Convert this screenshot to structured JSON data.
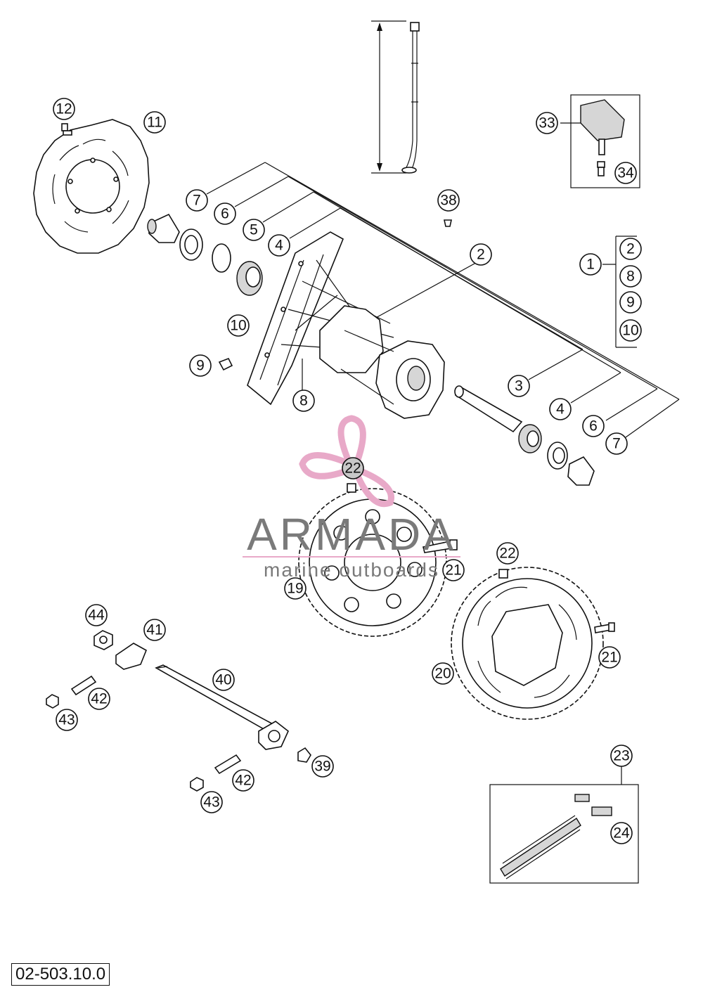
{
  "diagram": {
    "reference_code": "02-503.10.0",
    "watermark": {
      "brand": "ARMADA",
      "tagline": "marine outboards",
      "logo_color": "#e8a9c8",
      "text_color": "#7a7a7a"
    },
    "callouts": [
      {
        "id": "c12",
        "label": "12"
      },
      {
        "id": "c11",
        "label": "11"
      },
      {
        "id": "c7a",
        "label": "7"
      },
      {
        "id": "c6a",
        "label": "6"
      },
      {
        "id": "c5",
        "label": "5"
      },
      {
        "id": "c4a",
        "label": "4"
      },
      {
        "id": "c10a",
        "label": "10"
      },
      {
        "id": "c9a",
        "label": "9"
      },
      {
        "id": "c8a",
        "label": "8"
      },
      {
        "id": "c2a",
        "label": "2"
      },
      {
        "id": "c38",
        "label": "38"
      },
      {
        "id": "c33",
        "label": "33"
      },
      {
        "id": "c34",
        "label": "34"
      },
      {
        "id": "c1",
        "label": "1"
      },
      {
        "id": "c2b",
        "label": "2"
      },
      {
        "id": "c8b",
        "label": "8"
      },
      {
        "id": "c9b",
        "label": "9"
      },
      {
        "id": "c10b",
        "label": "10"
      },
      {
        "id": "c3",
        "label": "3"
      },
      {
        "id": "c4b",
        "label": "4"
      },
      {
        "id": "c6b",
        "label": "6"
      },
      {
        "id": "c7b",
        "label": "7"
      },
      {
        "id": "c22a",
        "label": "22"
      },
      {
        "id": "c21a",
        "label": "21"
      },
      {
        "id": "c19",
        "label": "19"
      },
      {
        "id": "c22b",
        "label": "22"
      },
      {
        "id": "c21b",
        "label": "21"
      },
      {
        "id": "c20",
        "label": "20"
      },
      {
        "id": "c44",
        "label": "44"
      },
      {
        "id": "c41",
        "label": "41"
      },
      {
        "id": "c40",
        "label": "40"
      },
      {
        "id": "c42a",
        "label": "42"
      },
      {
        "id": "c43a",
        "label": "43"
      },
      {
        "id": "c39",
        "label": "39"
      },
      {
        "id": "c42b",
        "label": "42"
      },
      {
        "id": "c43b",
        "label": "43"
      },
      {
        "id": "c23",
        "label": "23"
      },
      {
        "id": "c24",
        "label": "24"
      }
    ]
  }
}
